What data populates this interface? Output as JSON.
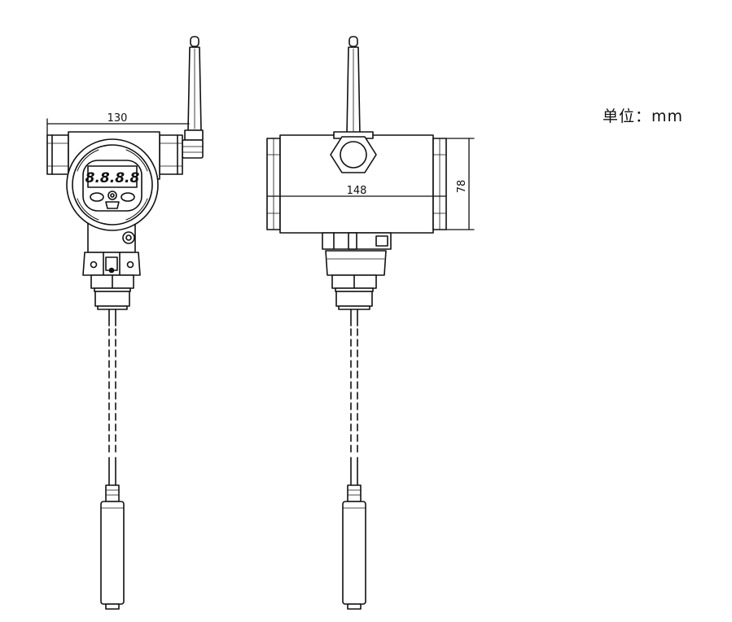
{
  "unit_label": "单位：mm",
  "dimensions": {
    "front_width": "130",
    "side_width": "148",
    "side_height": "78"
  },
  "display": {
    "digits": "8.8.8.8"
  }
}
